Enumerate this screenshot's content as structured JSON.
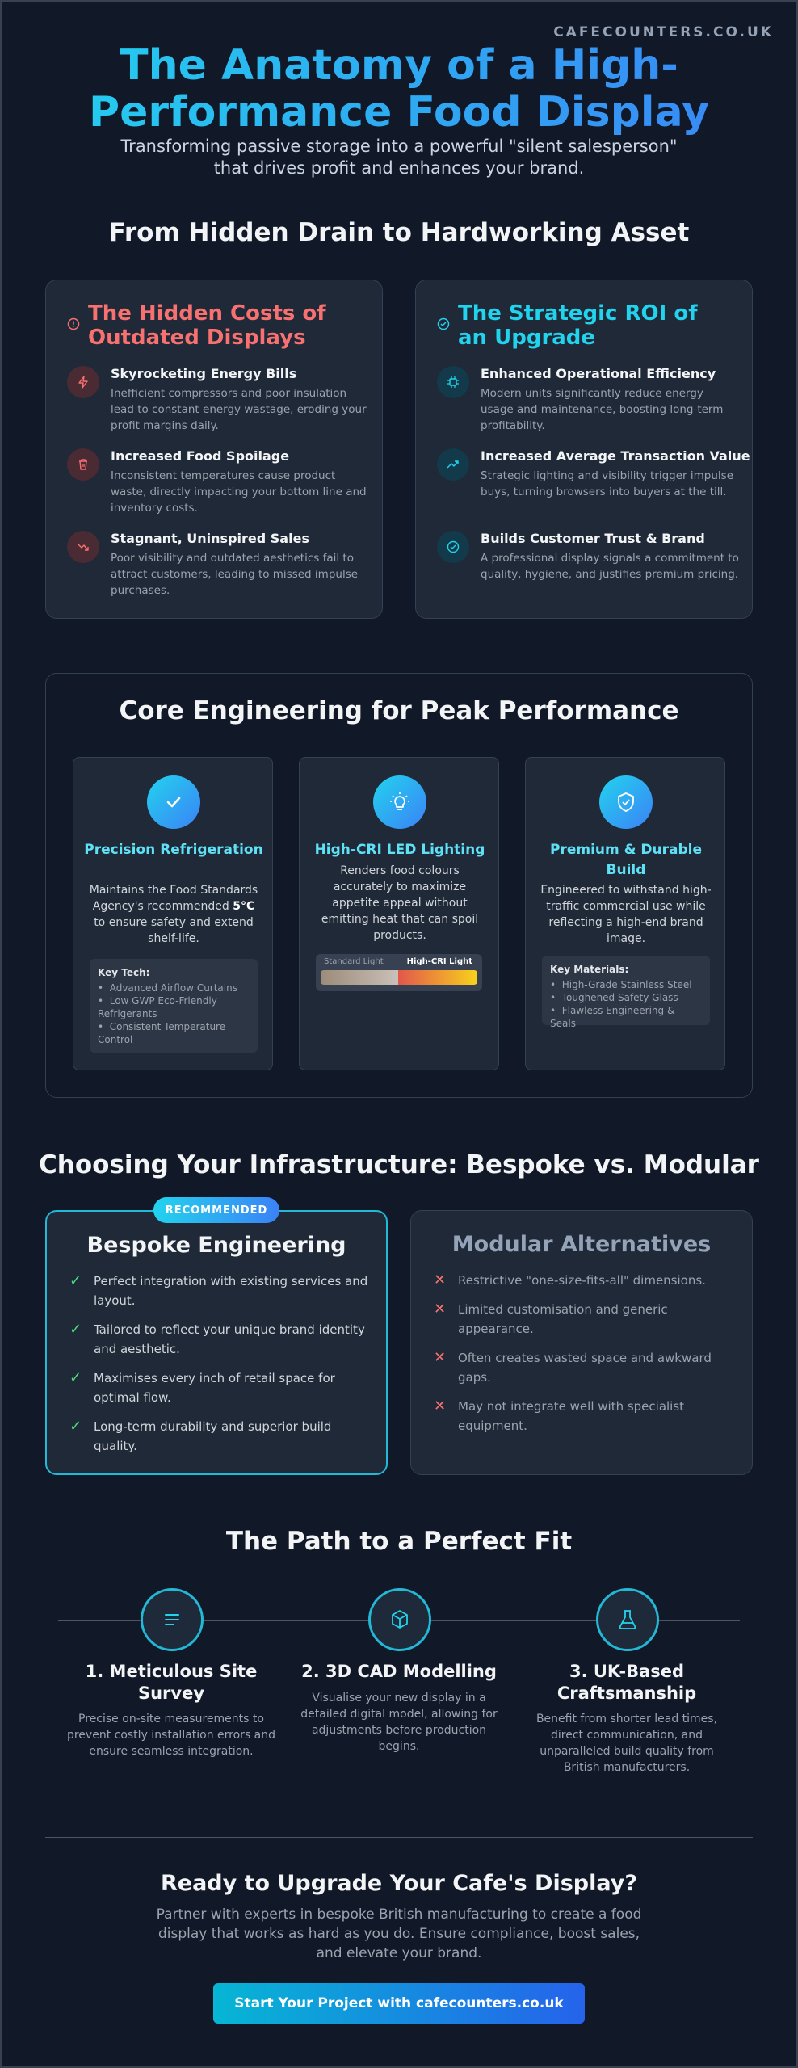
{
  "header": {
    "brand": "CAFECOUNTERS.CO.UK",
    "title_line1": "The Anatomy of a High-",
    "title_line2": "Performance Food Display",
    "subtitle": "Transforming passive storage into a powerful \"silent salesperson\" that drives profit and enhances your brand."
  },
  "comparison_section": {
    "heading": "From Hidden Drain to Hardworking Asset",
    "costs": {
      "title": "The Hidden Costs of Outdated Displays",
      "items": [
        {
          "title": "Skyrocketing Energy Bills",
          "desc": "Inefficient compressors and poor insulation lead to constant energy wastage, eroding your profit margins daily.",
          "icon": "lightning-icon"
        },
        {
          "title": "Increased Food Spoilage",
          "desc": "Inconsistent temperatures cause product waste, directly impacting your bottom line and inventory costs.",
          "icon": "trash-icon"
        },
        {
          "title": "Stagnant, Uninspired Sales",
          "desc": "Poor visibility and outdated aesthetics fail to attract customers, leading to missed impulse purchases.",
          "icon": "trending-down-icon"
        }
      ]
    },
    "roi": {
      "title": "The Strategic ROI of an Upgrade",
      "items": [
        {
          "title": "Enhanced Operational Efficiency",
          "desc": "Modern units significantly reduce energy usage and maintenance, boosting long-term profitability.",
          "icon": "chip-icon"
        },
        {
          "title": "Increased Average Transaction Value",
          "desc": "Strategic lighting and visibility trigger impulse buys, turning browsers into buyers at the till.",
          "icon": "trending-up-icon"
        },
        {
          "title": "Builds Customer Trust & Brand",
          "desc": "A professional display signals a commitment to quality, hygiene, and justifies premium pricing.",
          "icon": "check-circle-icon"
        }
      ]
    }
  },
  "engineering": {
    "heading": "Core Engineering for Peak Performance",
    "cards": [
      {
        "title": "Precision Refrigeration",
        "desc_before": "Maintains the Food Standards Agency's recommended ",
        "desc_highlight": "5°C",
        "desc_after": " to ensure safety and extend shelf-life.",
        "box_label": "Key Tech:",
        "box_items": [
          "Advanced Airflow Curtains",
          "Low GWP Eco-Friendly Refrigerants",
          "Consistent Temperature Control"
        ]
      },
      {
        "title": "High-CRI LED Lighting",
        "desc": "Renders food colours accurately to maximize appetite appeal without emitting heat that can spoil products.",
        "bar_left": "Standard Light",
        "bar_right": "High-CRI Light"
      },
      {
        "title": "Premium & Durable Build",
        "desc": "Engineered to withstand high-traffic commercial use while reflecting a high-end brand image.",
        "box_label": "Key Materials:",
        "box_items": [
          "High-Grade Stainless Steel",
          "Toughened Safety Glass",
          "Flawless Engineering & Seals"
        ]
      }
    ]
  },
  "infrastructure": {
    "heading": "Choosing Your Infrastructure: Bespoke vs. Modular",
    "badge": "RECOMMENDED",
    "bespoke": {
      "title": "Bespoke Engineering",
      "items": [
        "Perfect integration with existing services and layout.",
        "Tailored to reflect your unique brand identity and aesthetic.",
        "Maximises every inch of retail space for optimal flow.",
        "Long-term durability and superior build quality."
      ]
    },
    "modular": {
      "title": "Modular Alternatives",
      "items": [
        "Restrictive \"one-size-fits-all\" dimensions.",
        "Limited customisation and generic appearance.",
        "Often creates wasted space and awkward gaps.",
        "May not integrate well with specialist equipment."
      ]
    },
    "check_mark": "✓",
    "cross_mark": "✕"
  },
  "path": {
    "heading": "The Path to a Perfect Fit",
    "steps": [
      {
        "title": "1. Meticulous Site Survey",
        "desc": "Precise on-site measurements to prevent costly installation errors and ensure seamless integration.",
        "icon": "list-icon"
      },
      {
        "title": "2. 3D CAD Modelling",
        "desc": "Visualise your new display in a detailed digital model, allowing for adjustments before production begins.",
        "icon": "cube-icon"
      },
      {
        "title": "3. UK-Based Craftsmanship",
        "desc": "Benefit from shorter lead times, direct communication, and unparalleled build quality from British manufacturers.",
        "icon": "flask-icon"
      }
    ]
  },
  "cta": {
    "heading": "Ready to Upgrade Your Cafe's Display?",
    "text": "Partner with experts in bespoke British manufacturing to create a food display that works as hard as you do. Ensure compliance, boost sales, and elevate your brand.",
    "button": "Start Your Project with cafecounters.co.uk"
  },
  "colors": {
    "background": "#111827",
    "card": "#1f2937",
    "accent_cyan": "#22d3ee",
    "accent_blue": "#3b82f6",
    "danger": "#f87171",
    "success": "#4ade80"
  }
}
